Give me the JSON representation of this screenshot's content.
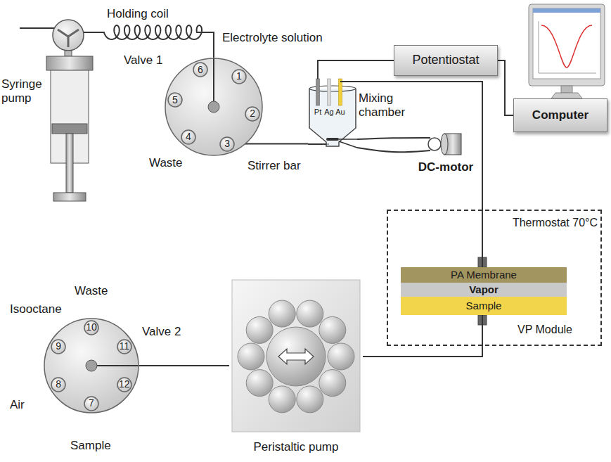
{
  "diagram": {
    "nodes": [
      {
        "text": [
          "Syringe pump"
        ]
      },
      {
        "text": [
          "Valve 1"
        ]
      },
      {
        "text": [
          "6"
        ],
        "in": 1
      },
      {
        "text": [
          "1"
        ],
        "in": 1
      },
      {
        "text": [
          "2"
        ],
        "in": 1
      },
      {
        "text": [
          "3"
        ],
        "in": 1
      },
      {
        "text": [
          "4"
        ],
        "in": 1
      },
      {
        "text": [
          "5"
        ],
        "in": 1
      },
      {
        "text": [
          "Mixing chamber",
          "Pt",
          "Ag",
          "Au"
        ]
      },
      {
        "text": [
          "Potentiostat"
        ]
      },
      {
        "text": [
          "Computer"
        ]
      },
      {
        "text": [
          "DC-motor"
        ]
      },
      {
        "text": [
          "Thermostat 70°C"
        ]
      },
      {
        "text": [
          "VP Module"
        ],
        "in": 12
      },
      {
        "text": [
          "PA Membrane"
        ],
        "in": 13
      },
      {
        "text": [
          "Vapor"
        ],
        "in": 13
      },
      {
        "text": [
          "Sample"
        ],
        "in": 13
      },
      {
        "text": [
          "Valve 2"
        ]
      },
      {
        "text": [
          "10"
        ],
        "in": 17
      },
      {
        "text": [
          "11"
        ],
        "in": 17
      },
      {
        "text": [
          "12"
        ],
        "in": 17
      },
      {
        "text": [
          "7"
        ],
        "in": 17
      },
      {
        "text": [
          "8"
        ],
        "in": 17
      },
      {
        "text": [
          "9"
        ],
        "in": 17
      },
      {
        "text": [
          "Peristaltic pump"
        ]
      }
    ],
    "edges": [
      {
        "from": 0,
        "to": 1,
        "label": "Holding coil",
        "arrow": "none"
      },
      {
        "from": 5,
        "to": 8,
        "arrow": "none"
      },
      {
        "from": 9,
        "to": 8,
        "arrow": "none"
      },
      {
        "from": 9,
        "to": 10,
        "arrow": "none"
      },
      {
        "from": 8,
        "to": 11,
        "arrow": "none"
      },
      {
        "from": 8,
        "to": 13,
        "arrow": "none"
      },
      {
        "from": 17,
        "to": 24,
        "arrow": "none"
      },
      {
        "from": 24,
        "to": 13,
        "arrow": "none"
      }
    ],
    "labels": [
      "Electrolyte solution",
      "Waste",
      "Stirrer bar",
      "Waste",
      "Isooctane",
      "Air",
      "Sample"
    ]
  }
}
